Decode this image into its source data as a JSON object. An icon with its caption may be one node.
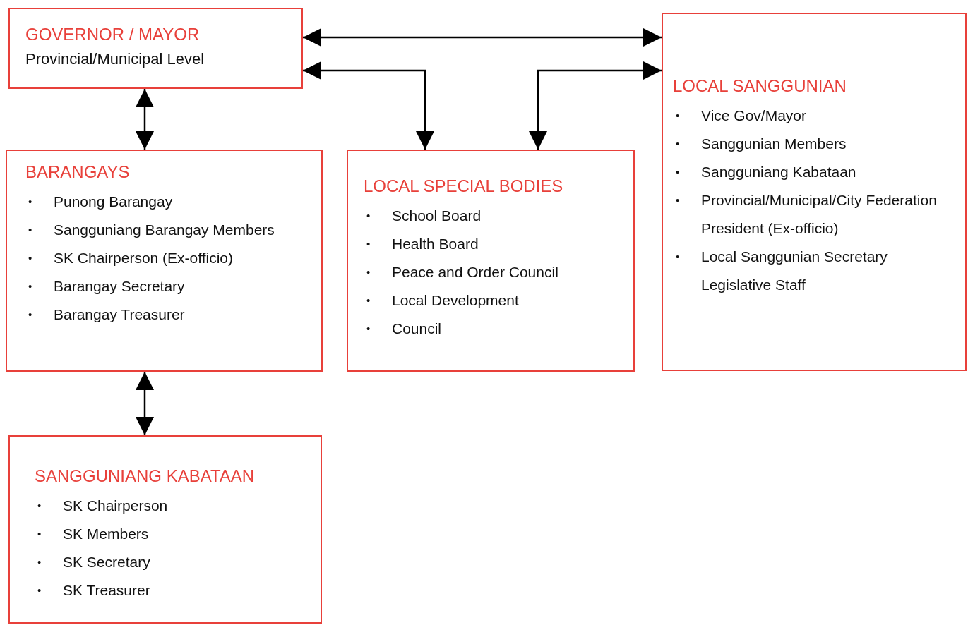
{
  "diagram": {
    "nodes": [
      {
        "text": [
          "GOVERNOR / MAYOR",
          "Provincial/Municipal Level"
        ]
      },
      {
        "text": [
          "LOCAL SANGGUNIAN",
          "•",
          "Vice Gov/Mayor",
          "•",
          "Sanggunian Members",
          "•",
          "Sangguniang Kabataan",
          "•",
          "Provincial/Municipal/City Federation President (Ex-officio)",
          "•",
          "Local Sanggunian Secretary Legislative Staff"
        ]
      },
      {
        "text": [
          "BARANGAYS",
          "•",
          "Punong Barangay",
          "•",
          "Sangguniang Barangay Members",
          "•",
          "SK Chairperson (Ex-officio)",
          "•",
          "Barangay Secretary",
          "•",
          "Barangay Treasurer"
        ]
      },
      {
        "text": [
          "LOCAL SPECIAL BODIES",
          "•",
          "School Board",
          "•",
          "Health Board",
          "•",
          "Peace and Order Council",
          "•",
          "Local Development",
          "•",
          "Council"
        ]
      },
      {
        "text": [
          "SANGGUNIANG KABATAAN",
          "•",
          "SK Chairperson",
          "•",
          "SK Members",
          "•",
          "SK Secretary",
          "•",
          "SK Treasurer"
        ]
      }
    ],
    "edges": [
      {
        "from": 0,
        "to": 1,
        "arrow": "both"
      },
      {
        "from": 0,
        "to": 3,
        "arrow": "both"
      },
      {
        "from": 1,
        "to": 3,
        "arrow": "both"
      },
      {
        "from": 0,
        "to": 2,
        "arrow": "both"
      },
      {
        "from": 2,
        "to": 4,
        "arrow": "both"
      }
    ]
  }
}
